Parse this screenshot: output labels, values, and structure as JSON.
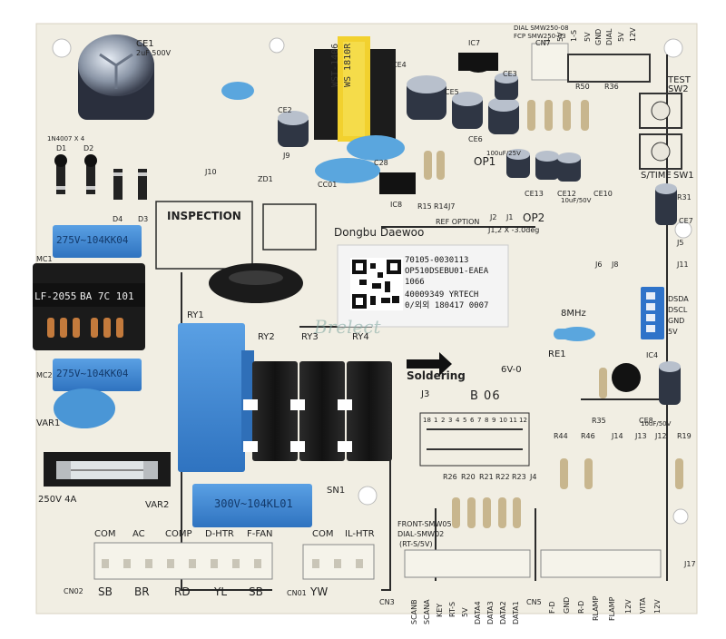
{
  "board": {
    "inspection": "INSPECTION",
    "maker": "Dongbu Daewoo",
    "ref_option": "REF OPTION",
    "soldering": "Soldering",
    "mark_b06": "B 06",
    "watermark": "Brelect",
    "mhz": "8MHz",
    "angle": "J1,2 X -3.0deg",
    "ul_mark": "6V-0",
    "front_smw": "FRONT-SMW05",
    "dial_smw": "DIAL-SMW02",
    "rts5v": "(RT-S/5V)",
    "dial_top": "DIAL SMW250-08",
    "fcp_top": "FCP SMW250-03",
    "test": "TEST",
    "stime": "S/TIME",
    "diode_note": "1N4007 X 4",
    "cap_rating_a": "100uF/25V",
    "cap_rating_b": "10uF/50V",
    "cap_rating_c": "10uF/50V"
  },
  "sticker": {
    "line1": "70105-0030113",
    "line2": "OP510DSEBU01-EAEA",
    "line3": "1066",
    "line4": "40009349 YRTECH",
    "line5": "0/외외 180417 0007"
  },
  "components": {
    "ce1": "CE1",
    "ce1_rating": "2uF 500V",
    "transformer": "WST-1406",
    "transformer2": "WS 1810R",
    "filter": "LF-2055",
    "filter_code": "BA 7C 101",
    "cap_x1": "275V~104KK04",
    "cap_x2": "275V~104KK04",
    "cap_big": "300V~104KL01",
    "var1": "VAR1",
    "var2": "VAR2",
    "fuse": "250V 4A",
    "ry1": "RY1",
    "ry2": "RY2",
    "ry3": "RY3",
    "ry4": "RY4",
    "sn1": "SN1",
    "j3": "J3",
    "re1": "RE1"
  },
  "refs": [
    "D1",
    "D2",
    "D3",
    "D4",
    "ZD1",
    "J9",
    "J10",
    "CE2",
    "CE4",
    "C28",
    "CC01",
    "IC7",
    "CE3",
    "CE5",
    "CE6",
    "IC8",
    "R15",
    "R14",
    "J7",
    "OP1",
    "J2",
    "J1",
    "OP2",
    "CE13",
    "CE12",
    "CE10",
    "R31",
    "CE7",
    "J5",
    "J6",
    "J8",
    "J11",
    "SW2",
    "SW1",
    "CN7",
    "R36",
    "R50",
    "R35",
    "IC4",
    "CE8",
    "R44",
    "R46",
    "J14",
    "J13",
    "J12",
    "R19",
    "R26",
    "R20",
    "R21",
    "R22",
    "R23",
    "J4",
    "J17",
    "MC1",
    "MC2",
    "CN5",
    "CN3"
  ],
  "cn7_pins": [
    "L",
    "5V",
    "1-S",
    "5V",
    "GND",
    "DIAL",
    "5V",
    "12V"
  ],
  "cn2": {
    "name": "CN02",
    "headers": [
      "COM",
      "AC",
      "COMP",
      "D-HTR",
      "F-FAN"
    ],
    "wires": [
      "SB",
      "BR",
      "RD",
      "YL",
      "SB"
    ]
  },
  "cn1": {
    "name": "CN01",
    "headers": [
      "COM",
      "IL-HTR"
    ],
    "wires": [
      "YW"
    ]
  },
  "cn3_pins": [
    "SCANB",
    "SCANA",
    "KEY",
    "RT-S",
    "5V",
    "DATA4",
    "DATA3",
    "DATA2",
    "DATA1"
  ],
  "cn5_pins": [
    "F-D",
    "GND",
    "R-D",
    "RLAMP",
    "FLAMP",
    "12V",
    "VITA",
    "12V"
  ],
  "dsda": [
    "DSDA",
    "DSCL",
    "GND",
    "5V"
  ],
  "grid_numbers": [
    "18",
    "1",
    "2",
    "3",
    "4",
    "5",
    "6",
    "7",
    "8",
    "9",
    "10",
    "11",
    "12"
  ],
  "colors": {
    "board": "#f1eee3",
    "relay": "#3d86d4",
    "cap_blue": "#3e8fd6",
    "disc": "#5aa6de",
    "silk": "#222222"
  }
}
